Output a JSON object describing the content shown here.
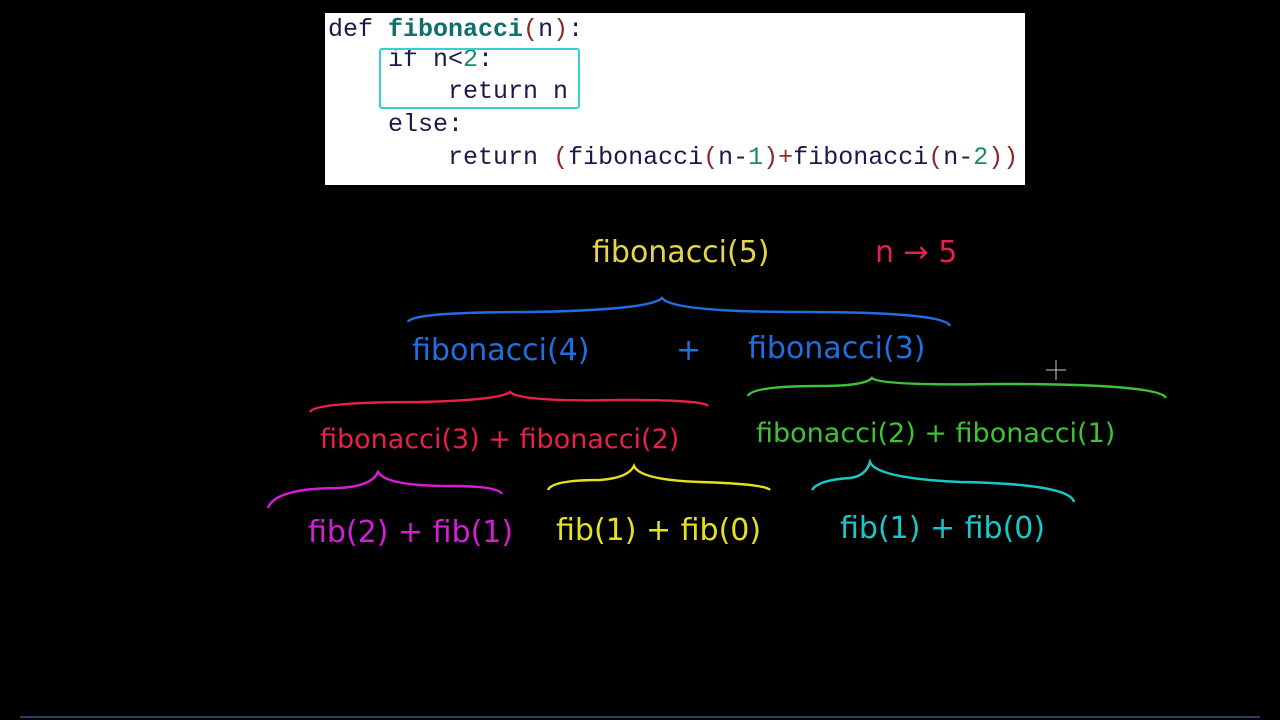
{
  "code": {
    "lines": [
      {
        "kw": "def ",
        "name": "fibonacci",
        "open": "(",
        "arg": "n",
        "close": ")",
        "end": ":"
      },
      {
        "text": "if n<",
        "num": "2",
        "end": ":"
      },
      {
        "text": "return n"
      },
      {
        "text": "else:"
      },
      {
        "kw": "return ",
        "o1": "(",
        "f1": "fibonacci",
        "o2": "(",
        "a1": "n-",
        "n1": "1",
        "c1": ")",
        "plus": "+",
        "f2": "fibonacci",
        "o3": "(",
        "a2": "n-",
        "n2": "2",
        "c2": "))"
      }
    ]
  },
  "annotations": {
    "root": "fibonacci(5)",
    "n_note": "n → 5",
    "level1_left": "fibonacci(4)",
    "level1_plus": "+",
    "level1_right": "fibonacci(3)",
    "level2_left": "fibonacci(3) + fibonacci(2)",
    "level2_right": "fibonacci(2) + fibonacci(1)",
    "level3_a": "fib(2) + fib(1)",
    "level3_b": "fib(1) + fib(0)",
    "level3_c": "fib(1) + fib(0)"
  },
  "colors": {
    "root": "#e6d54a",
    "n_note": "#e8204a",
    "level1": "#1f6fe0",
    "level2_left": "#e8204a",
    "level2_right": "#3ec23a",
    "level3_a": "#d41ed4",
    "level3_b": "#e6e020",
    "level3_c": "#1cc6c6",
    "highlight": "#35d0d0"
  }
}
